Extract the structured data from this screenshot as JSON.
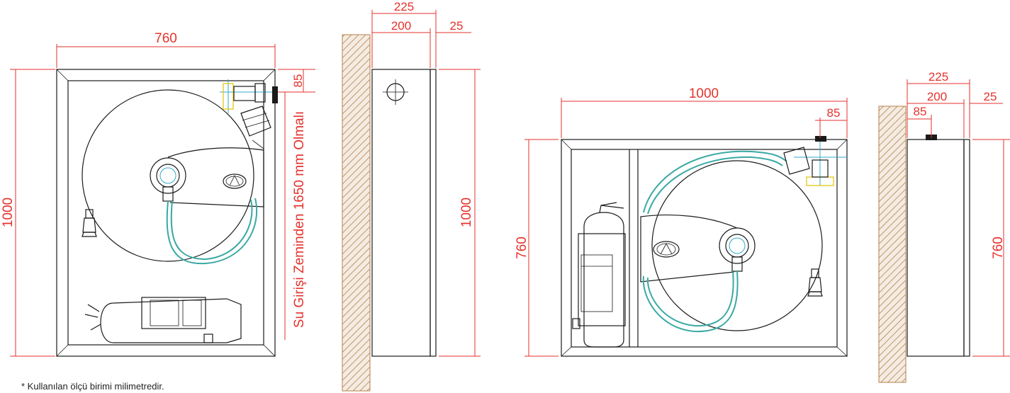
{
  "dimensions": {
    "front1_width": "760",
    "front1_height": "1000",
    "front1_top_offset": "85",
    "side1_total": "225",
    "side1_body": "200",
    "side1_door": "25",
    "side1_height": "1000",
    "front2_width": "1000",
    "front2_top_offset": "85",
    "front2_height": "760",
    "side2_total": "225",
    "side2_body": "200",
    "side2_door": "25",
    "side2_offset": "85",
    "side2_height": "760"
  },
  "labels": {
    "water_inlet_note": "Su Girişi Zeminden 1650 mm Olmalı",
    "unit_note": "* Kullanılan ölçü birimi milimetredir."
  },
  "colors": {
    "dimension": "#e5322d",
    "hose": "#3aa9a4",
    "wall_hatch": "#b5814a",
    "valve_highlight": "#e2c400"
  }
}
